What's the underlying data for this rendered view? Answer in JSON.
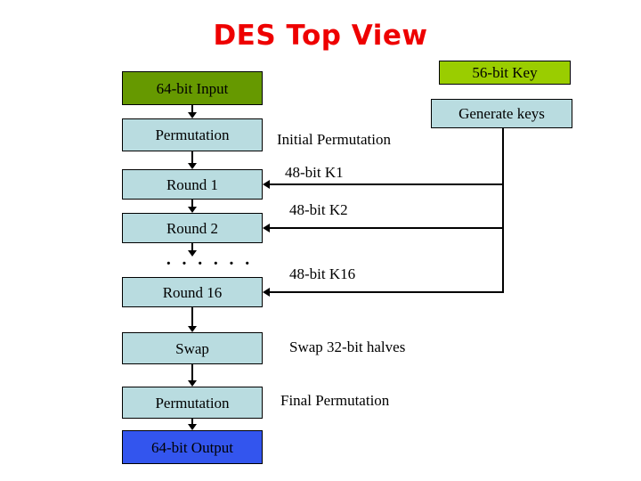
{
  "diagram": {
    "title": "DES Top View",
    "title_color": "#ee0000",
    "background_color": "#ffffff",
    "palette": {
      "box_cyan": "#b9dce0",
      "box_olive": "#669900",
      "box_lime": "#9acd00",
      "box_blue": "#3355ee",
      "line": "#000000",
      "text": "#000000"
    },
    "data_path_boxes": [
      {
        "id": "input",
        "label": "64-bit Input",
        "fill": "#669900"
      },
      {
        "id": "permutation1",
        "label": "Permutation",
        "fill": "#b9dce0"
      },
      {
        "id": "round1",
        "label": "Round 1",
        "fill": "#b9dce0"
      },
      {
        "id": "round2",
        "label": "Round 2",
        "fill": "#b9dce0"
      },
      {
        "id": "round16",
        "label": "Round 16",
        "fill": "#b9dce0"
      },
      {
        "id": "swap",
        "label": "Swap",
        "fill": "#b9dce0"
      },
      {
        "id": "permutation2",
        "label": "Permutation",
        "fill": "#b9dce0"
      },
      {
        "id": "output",
        "label": "64-bit Output",
        "fill": "#3355ee"
      }
    ],
    "key_path_boxes": [
      {
        "id": "key",
        "label": "56-bit Key",
        "fill": "#9acd00"
      },
      {
        "id": "generatekeys",
        "label": "Generate keys",
        "fill": "#b9dce0"
      }
    ],
    "annotations": [
      {
        "id": "initial-permutation",
        "label": "Initial Permutation"
      },
      {
        "id": "subkey-k1",
        "label": "48-bit K1"
      },
      {
        "id": "subkey-k2",
        "label": "48-bit K2"
      },
      {
        "id": "subkey-k16",
        "label": "48-bit K16"
      },
      {
        "id": "swap-halves",
        "label": "Swap 32-bit halves"
      },
      {
        "id": "final-permutation",
        "label": "Final Permutation"
      }
    ],
    "ellipsis": "· · · · · ·"
  }
}
